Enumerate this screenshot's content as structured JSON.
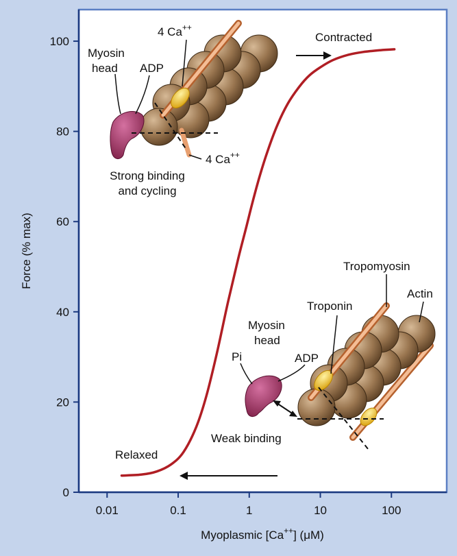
{
  "chart_data": {
    "type": "line",
    "xlabel_main": "Myoplasmic [Ca",
    "xlabel_sup": "++",
    "xlabel_end": "] (μM)",
    "ylabel": "Force (% max)",
    "x_scale": "log",
    "xlim": [
      0.004,
      600
    ],
    "ylim": [
      0,
      107
    ],
    "x_ticks": [
      0.01,
      0.1,
      1,
      10,
      100
    ],
    "x_tick_labels": [
      "0.01",
      "0.1",
      "1",
      "10",
      "100"
    ],
    "y_ticks": [
      0,
      20,
      40,
      60,
      80,
      100
    ],
    "y_tick_labels": [
      "0",
      "20",
      "40",
      "60",
      "80",
      "100"
    ],
    "grid": false,
    "series": [
      {
        "color": "#b01e24",
        "x": [
          0.016,
          0.03,
          0.05,
          0.08,
          0.12,
          0.18,
          0.25,
          0.35,
          0.5,
          0.7,
          0.9,
          1.1,
          1.4,
          1.8,
          2.5,
          3.5,
          5,
          7,
          10,
          15,
          25,
          40,
          70,
          110
        ],
        "y": [
          3.7,
          3.9,
          4.6,
          6.2,
          9.0,
          14.5,
          21.4,
          30.8,
          42.0,
          51.8,
          58.5,
          64.0,
          70.0,
          75.5,
          81.5,
          86.2,
          89.8,
          92.4,
          94.2,
          95.8,
          97.0,
          97.6,
          98.0,
          98.2
        ]
      }
    ],
    "annotations": {
      "contracted": "Contracted",
      "relaxed": "Relaxed",
      "top_myosin_head_1": "Myosin",
      "top_myosin_head_2": "head",
      "top_adp": "ADP",
      "top_ca_upper": "4 Ca",
      "top_ca_upper_sup": "++",
      "top_ca_lower": "4 Ca",
      "top_ca_lower_sup": "++",
      "strong_binding_1": "Strong binding",
      "strong_binding_2": "and cycling",
      "tropomyosin": "Tropomyosin",
      "actin": "Actin",
      "troponin": "Troponin",
      "bottom_myosin_head_1": "Myosin",
      "bottom_myosin_head_2": "head",
      "pi": "Pi",
      "bottom_adp": "ADP",
      "weak_binding": "Weak binding"
    }
  },
  "colors": {
    "background": "#c5d4ec",
    "panel": "#ffffff",
    "panel_border": "#5b7fc3",
    "curve": "#b01e24",
    "actin_bead": "#8c6a45",
    "tropomyosin": "#e8a070",
    "troponin": "#f2c21a",
    "myosin_head": "#a2375e"
  }
}
